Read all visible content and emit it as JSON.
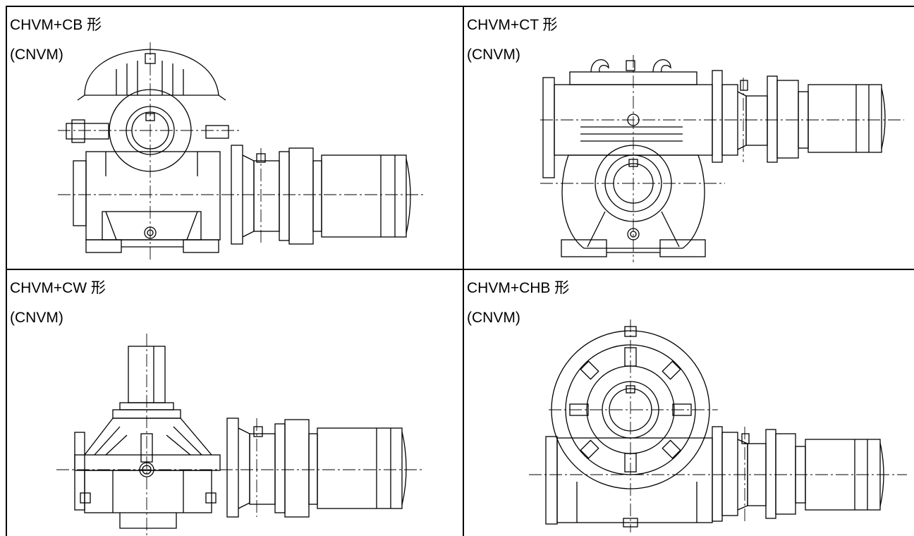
{
  "cells": [
    {
      "title": "CHVM+CB 形",
      "subtitle": "(CNVM)"
    },
    {
      "title": "CHVM+CT 形",
      "subtitle": "(CNVM)"
    },
    {
      "title": "CHVM+CW 形",
      "subtitle": "(CNVM)"
    },
    {
      "title": "CHVM+CHB 形",
      "subtitle": "(CNVM)"
    }
  ]
}
